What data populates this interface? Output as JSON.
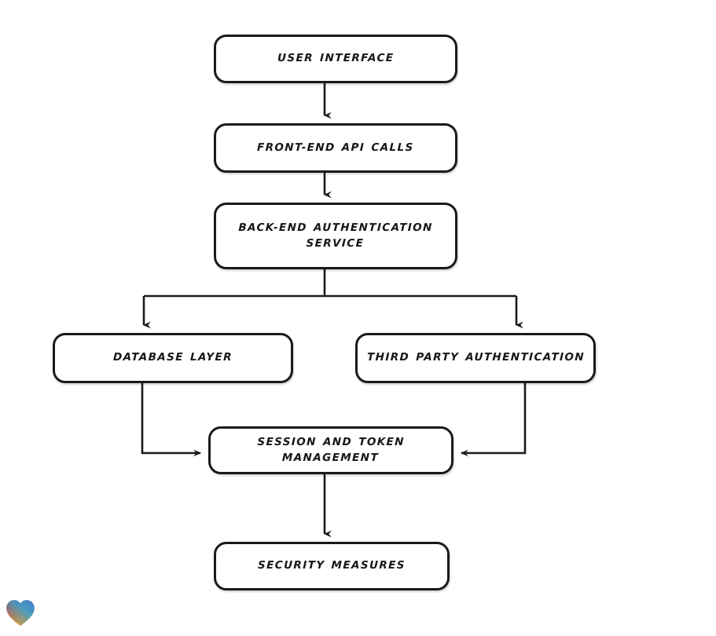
{
  "diagram": {
    "type": "flowchart",
    "orientation": "top-to-bottom",
    "background_color": "#ffffff",
    "stroke_color": "#1a1a1a",
    "node_fill_color": "#ffffff",
    "nodes": [
      {
        "id": "user-interface",
        "label": "User Interface"
      },
      {
        "id": "frontend-api-calls",
        "label": "Front-End API Calls"
      },
      {
        "id": "backend-auth",
        "label": "Back-End Authentication\nService"
      },
      {
        "id": "database-layer",
        "label": "Database Layer"
      },
      {
        "id": "third-party-auth",
        "label": "Third Party Authentication"
      },
      {
        "id": "session-token",
        "label": "Session and Token\nManagement"
      },
      {
        "id": "security-measures",
        "label": "Security Measures"
      }
    ],
    "edges": [
      {
        "from": "user-interface",
        "to": "frontend-api-calls",
        "style": "straight-down",
        "arrow": "down"
      },
      {
        "from": "frontend-api-calls",
        "to": "backend-auth",
        "style": "straight-down",
        "arrow": "down"
      },
      {
        "from": "backend-auth",
        "to": "database-layer",
        "style": "split-branch-left",
        "arrow": "down"
      },
      {
        "from": "backend-auth",
        "to": "third-party-auth",
        "style": "split-branch-right",
        "arrow": "down"
      },
      {
        "from": "database-layer",
        "to": "session-token",
        "style": "elbow-right",
        "arrow": "right"
      },
      {
        "from": "third-party-auth",
        "to": "session-token",
        "style": "elbow-left",
        "arrow": "left"
      },
      {
        "from": "session-token",
        "to": "security-measures",
        "style": "straight-down",
        "arrow": "down"
      }
    ]
  },
  "branding": {
    "logo_name": "heart-logo",
    "gradient_colors": [
      "#e02020",
      "#f06020",
      "#f7941e",
      "#2e9fd8",
      "#3a6fd8"
    ]
  }
}
